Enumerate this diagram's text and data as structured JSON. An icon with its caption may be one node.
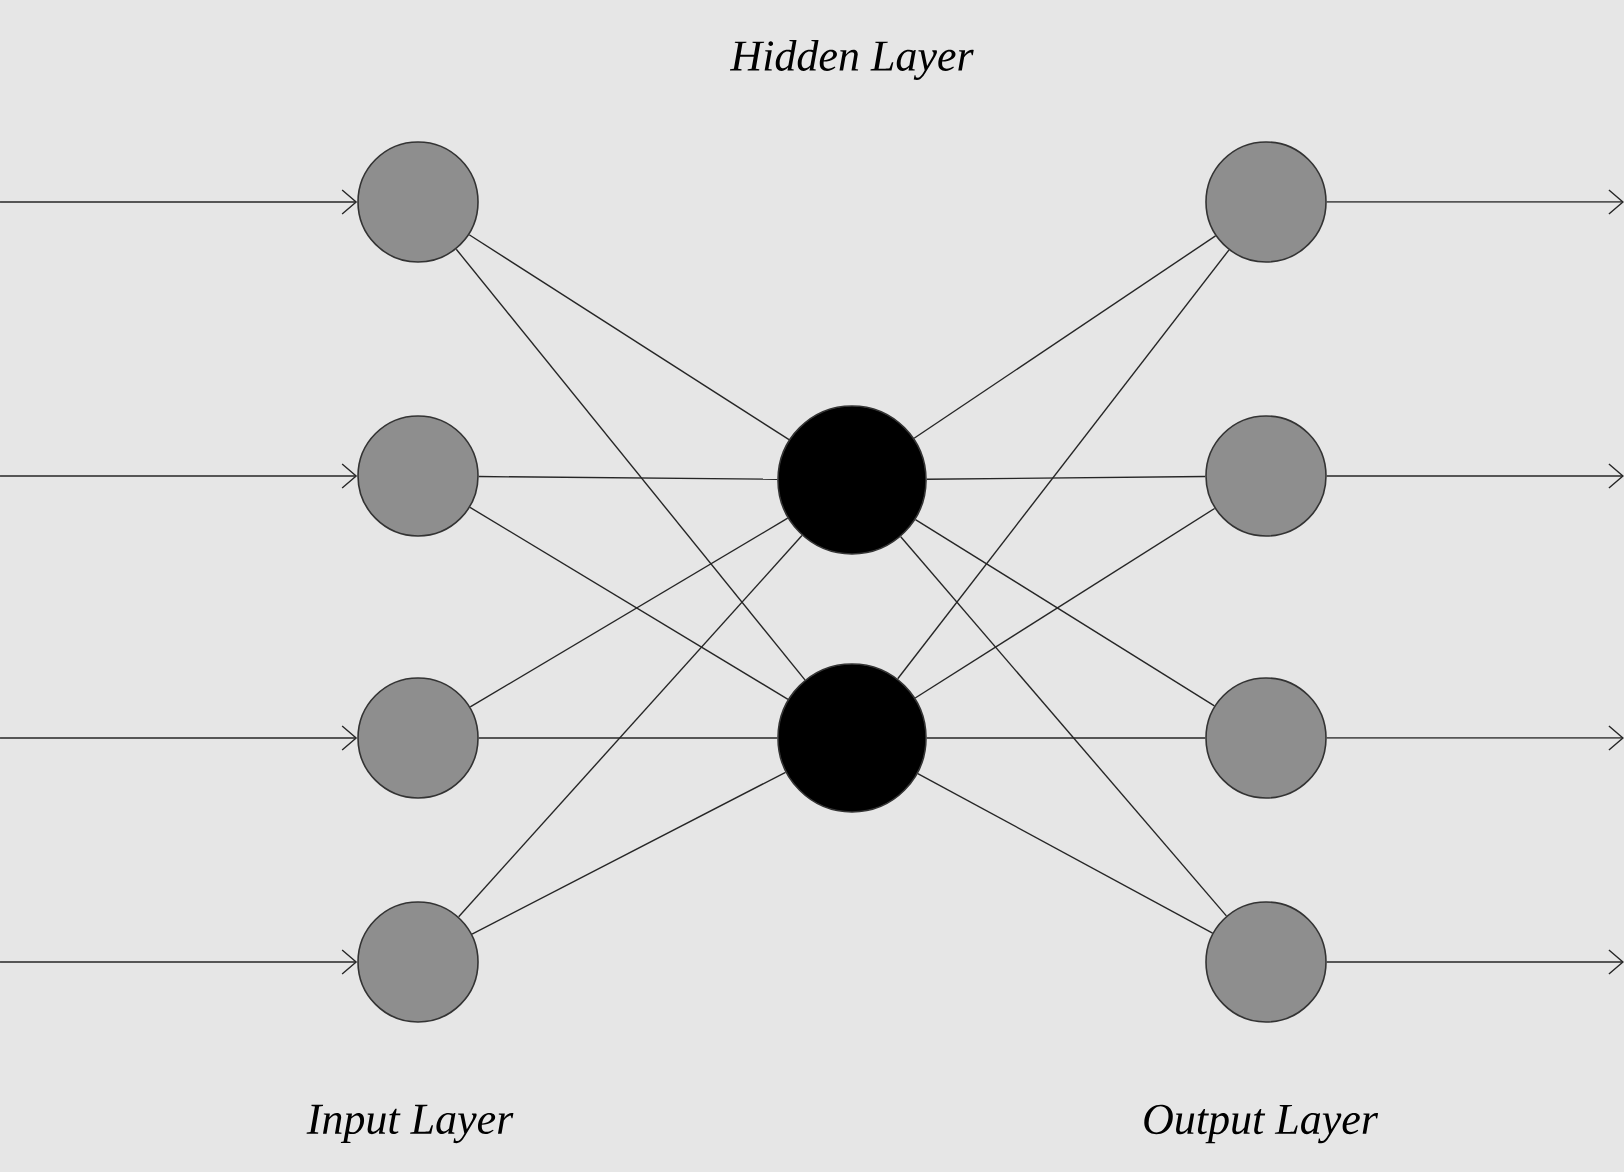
{
  "diagram": {
    "nodes": [
      {
        "text": [],
        "shape": "circle"
      },
      {
        "text": [],
        "shape": "circle"
      },
      {
        "text": [],
        "shape": "circle"
      },
      {
        "text": [],
        "shape": "circle"
      },
      {
        "text": [],
        "shape": "circle"
      },
      {
        "text": [],
        "shape": "circle"
      },
      {
        "text": [],
        "shape": "circle"
      },
      {
        "text": [],
        "shape": "circle"
      },
      {
        "text": [],
        "shape": "circle"
      },
      {
        "text": [],
        "shape": "circle"
      }
    ],
    "edges": [
      {
        "from": null,
        "to": 0,
        "arrow": "to"
      },
      {
        "from": null,
        "to": 1,
        "arrow": "to"
      },
      {
        "from": null,
        "to": 2,
        "arrow": "to"
      },
      {
        "from": null,
        "to": 3,
        "arrow": "to"
      },
      {
        "from": 0,
        "to": 4,
        "arrow": "none"
      },
      {
        "from": 0,
        "to": 5,
        "arrow": "none"
      },
      {
        "from": 1,
        "to": 4,
        "arrow": "none"
      },
      {
        "from": 1,
        "to": 5,
        "arrow": "none"
      },
      {
        "from": 2,
        "to": 4,
        "arrow": "none"
      },
      {
        "from": 2,
        "to": 5,
        "arrow": "none"
      },
      {
        "from": 3,
        "to": 4,
        "arrow": "none"
      },
      {
        "from": 3,
        "to": 5,
        "arrow": "none"
      },
      {
        "from": 4,
        "to": 6,
        "arrow": "none"
      },
      {
        "from": 4,
        "to": 7,
        "arrow": "none"
      },
      {
        "from": 4,
        "to": 8,
        "arrow": "none"
      },
      {
        "from": 4,
        "to": 9,
        "arrow": "none"
      },
      {
        "from": 5,
        "to": 6,
        "arrow": "none"
      },
      {
        "from": 5,
        "to": 7,
        "arrow": "none"
      },
      {
        "from": 5,
        "to": 8,
        "arrow": "none"
      },
      {
        "from": 5,
        "to": 9,
        "arrow": "none"
      },
      {
        "from": 6,
        "to": null,
        "arrow": "to"
      },
      {
        "from": 7,
        "to": null,
        "arrow": "to"
      },
      {
        "from": 8,
        "to": null,
        "arrow": "to"
      },
      {
        "from": 9,
        "to": null,
        "arrow": "to"
      }
    ],
    "labels": [
      "Hidden Layer",
      "Input Layer",
      "Output Layer"
    ]
  }
}
